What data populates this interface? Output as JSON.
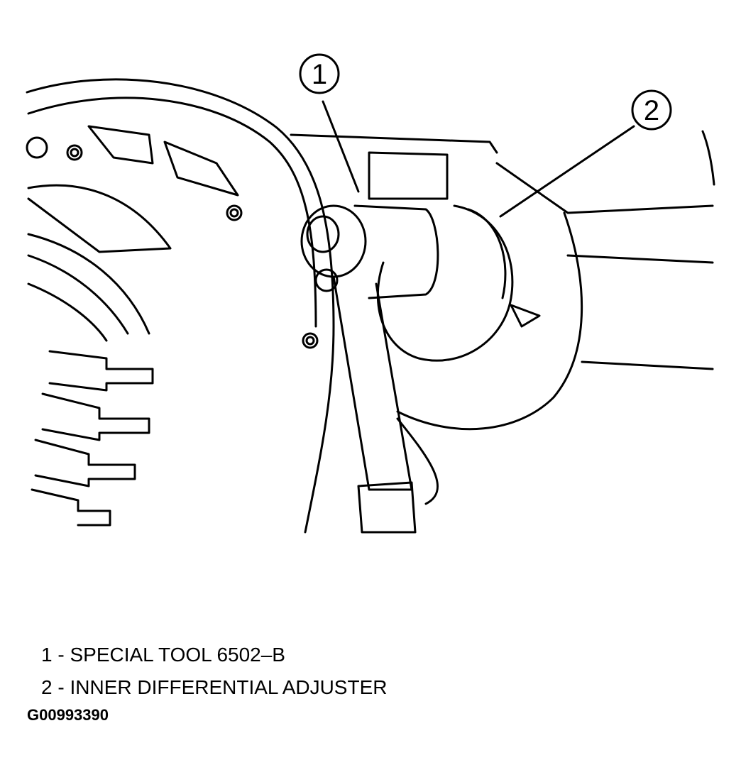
{
  "diagram": {
    "callouts": [
      {
        "number": "1"
      },
      {
        "number": "2"
      }
    ],
    "legend": [
      {
        "number": "1",
        "separator": " - ",
        "label": "SPECIAL TOOL 6502–B"
      },
      {
        "number": "2",
        "separator": " - ",
        "label": "INNER DIFFERENTIAL ADJUSTER"
      }
    ],
    "figure_id": "G00993390"
  }
}
